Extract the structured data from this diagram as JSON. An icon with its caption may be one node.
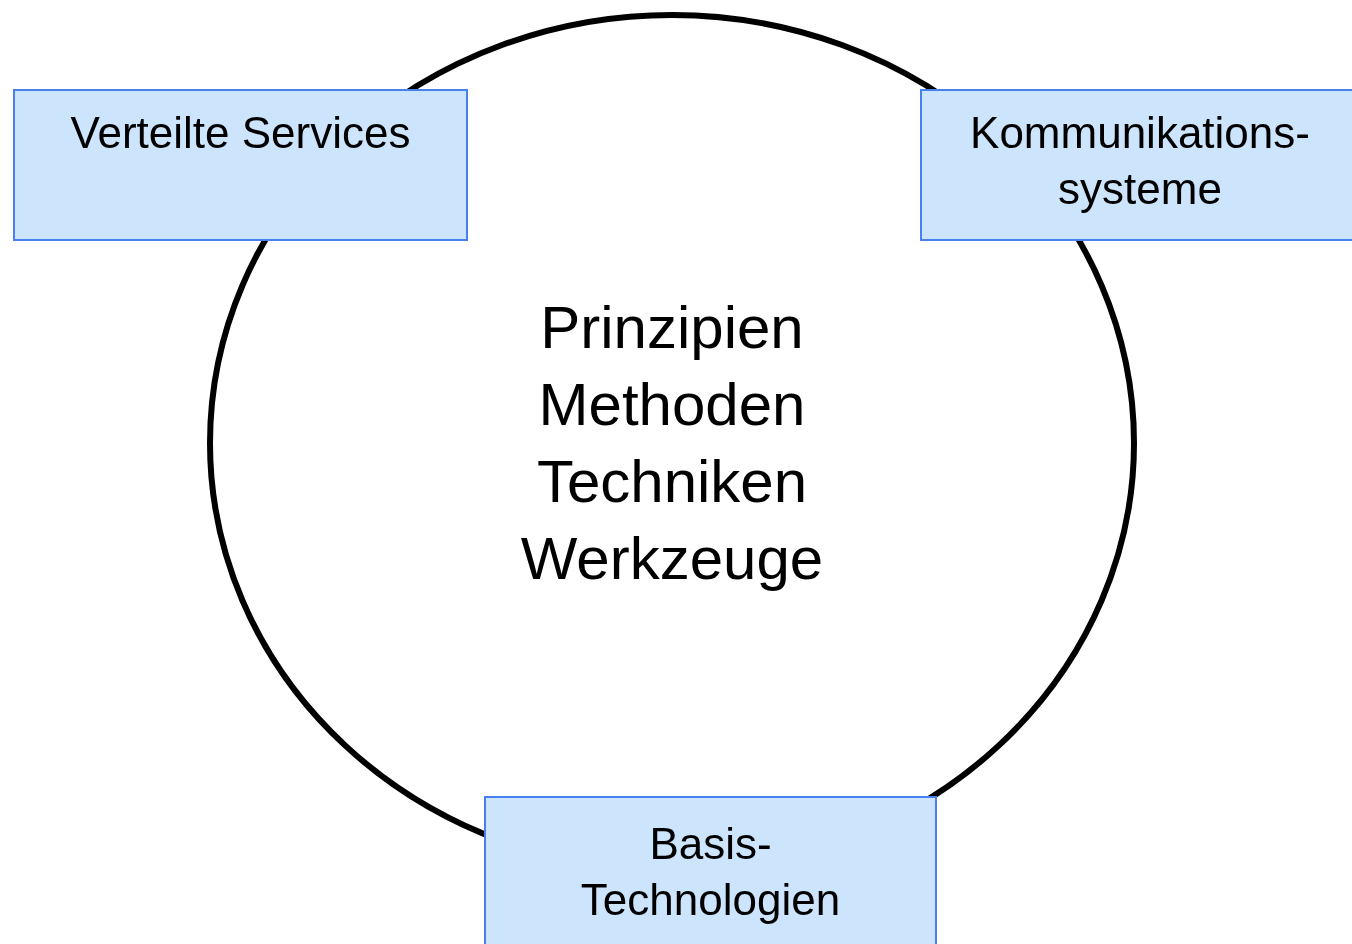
{
  "diagram": {
    "nodes": [
      {
        "text": [
          "Prinzipien",
          "Methoden",
          "Techniken",
          "Werkzeuge"
        ]
      },
      {
        "text": [
          "Verteilte Services"
        ]
      },
      {
        "text": [
          "Kommunikations- systeme"
        ]
      },
      {
        "text": [
          "Basis- Technologien"
        ]
      }
    ]
  }
}
